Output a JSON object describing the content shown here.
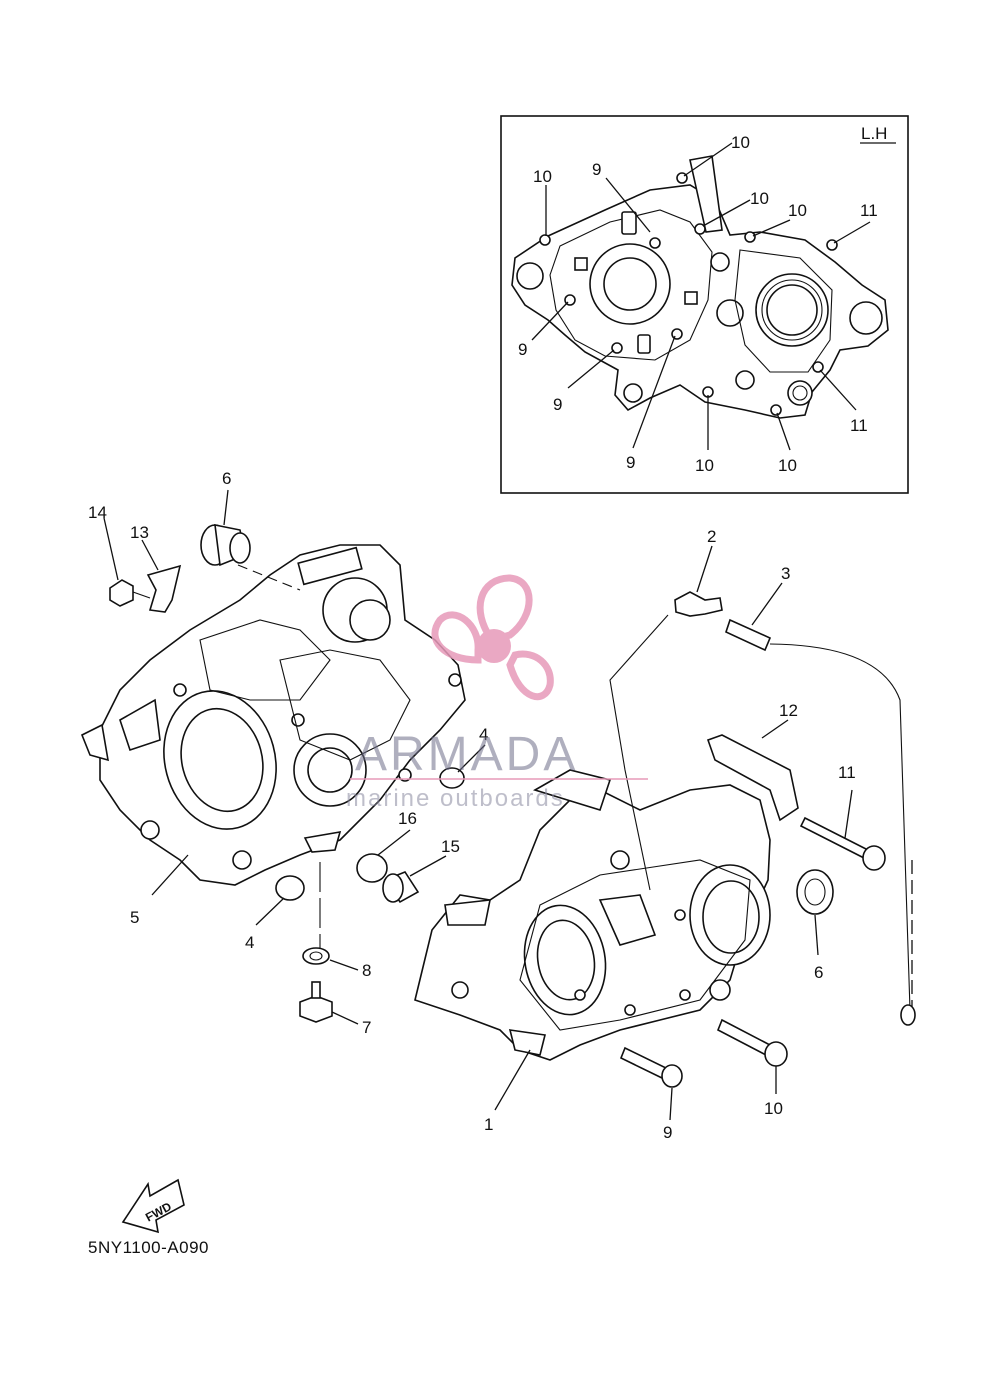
{
  "inset": {
    "title": "L.H"
  },
  "callouts": {
    "inset": [
      {
        "id": "c-i-10a",
        "text": "10"
      },
      {
        "id": "c-i-10b",
        "text": "10"
      },
      {
        "id": "c-i-10c",
        "text": "10"
      },
      {
        "id": "c-i-10d",
        "text": "10"
      },
      {
        "id": "c-i-10e",
        "text": "10"
      },
      {
        "id": "c-i-10f",
        "text": "10"
      },
      {
        "id": "c-i-9a",
        "text": "9"
      },
      {
        "id": "c-i-9b",
        "text": "9"
      },
      {
        "id": "c-i-9c",
        "text": "9"
      },
      {
        "id": "c-i-9d",
        "text": "9"
      },
      {
        "id": "c-i-11a",
        "text": "11"
      },
      {
        "id": "c-i-11b",
        "text": "11"
      }
    ],
    "main": [
      {
        "id": "c-14",
        "text": "14"
      },
      {
        "id": "c-13",
        "text": "13"
      },
      {
        "id": "c-6a",
        "text": "6"
      },
      {
        "id": "c-2",
        "text": "2"
      },
      {
        "id": "c-3",
        "text": "3"
      },
      {
        "id": "c-12",
        "text": "12"
      },
      {
        "id": "c-11",
        "text": "11"
      },
      {
        "id": "c-4a",
        "text": "4"
      },
      {
        "id": "c-16",
        "text": "16"
      },
      {
        "id": "c-15",
        "text": "15"
      },
      {
        "id": "c-5",
        "text": "5"
      },
      {
        "id": "c-4b",
        "text": "4"
      },
      {
        "id": "c-8",
        "text": "8"
      },
      {
        "id": "c-7",
        "text": "7"
      },
      {
        "id": "c-6b",
        "text": "6"
      },
      {
        "id": "c-1",
        "text": "1"
      },
      {
        "id": "c-9",
        "text": "9"
      },
      {
        "id": "c-10",
        "text": "10"
      }
    ]
  },
  "fwd_label": "FWD",
  "diagram_code": "5NY1100-A090",
  "watermark": {
    "brand": "ARMADA",
    "tagline": "marine outboards",
    "color": "#e79ab9"
  }
}
